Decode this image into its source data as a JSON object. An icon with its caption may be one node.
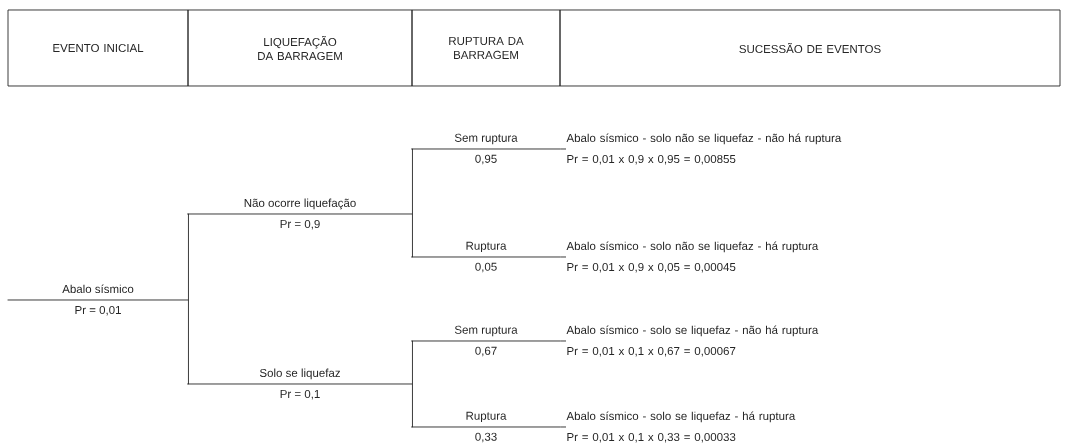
{
  "diagram": {
    "nodes": [
      {
        "text": [
          "EVENTO INICIAL"
        ]
      },
      {
        "text": [
          "LIQUEFAÇÃO DA BARRAGEM"
        ]
      },
      {
        "text": [
          "RUPTURA DA BARRAGEM"
        ]
      },
      {
        "text": [
          "SUCESSÃO DE EVENTOS"
        ]
      },
      {
        "text": [
          "Abalo sísmico",
          "Pr = 0,01"
        ]
      },
      {
        "text": [
          "Não ocorre liquefação",
          "Pr = 0,9"
        ]
      },
      {
        "text": [
          "Solo se liquefaz",
          "Pr = 0,1"
        ]
      },
      {
        "text": [
          "Sem ruptura",
          "0,95"
        ]
      },
      {
        "text": [
          "Ruptura",
          "0,05"
        ]
      },
      {
        "text": [
          "Sem ruptura",
          "0,67"
        ]
      },
      {
        "text": [
          "Ruptura",
          "0,33"
        ]
      },
      {
        "text": [
          "Abalo sísmico - solo não se liquefaz - não há ruptura",
          "Pr = 0,01 x 0,9 x 0,95 =    0,00855"
        ]
      },
      {
        "text": [
          "Abalo sísmico - solo não se liquefaz - há ruptura",
          "Pr = 0,01 x 0,9 x 0,05 =    0,00045"
        ]
      },
      {
        "text": [
          "Abalo sísmico - solo se liquefaz - não há ruptura",
          "Pr = 0,01 x 0,1 x 0,67 =    0,00067"
        ]
      },
      {
        "text": [
          "Abalo sísmico - solo se liquefaz - há ruptura",
          "Pr = 0,01 x 0,1 x 0,33 =    0,00033"
        ]
      }
    ],
    "edges": [
      {
        "from": 4,
        "to": 5,
        "arrow": "none"
      },
      {
        "from": 4,
        "to": 6,
        "arrow": "none"
      },
      {
        "from": 5,
        "to": 7,
        "arrow": "none"
      },
      {
        "from": 5,
        "to": 8,
        "arrow": "none"
      },
      {
        "from": 6,
        "to": 9,
        "arrow": "none"
      },
      {
        "from": 6,
        "to": 10,
        "arrow": "none"
      },
      {
        "from": 7,
        "to": 11,
        "arrow": "none"
      },
      {
        "from": 8,
        "to": 12,
        "arrow": "none"
      },
      {
        "from": 9,
        "to": 13,
        "arrow": "none"
      },
      {
        "from": 10,
        "to": 14,
        "arrow": "none"
      }
    ]
  }
}
